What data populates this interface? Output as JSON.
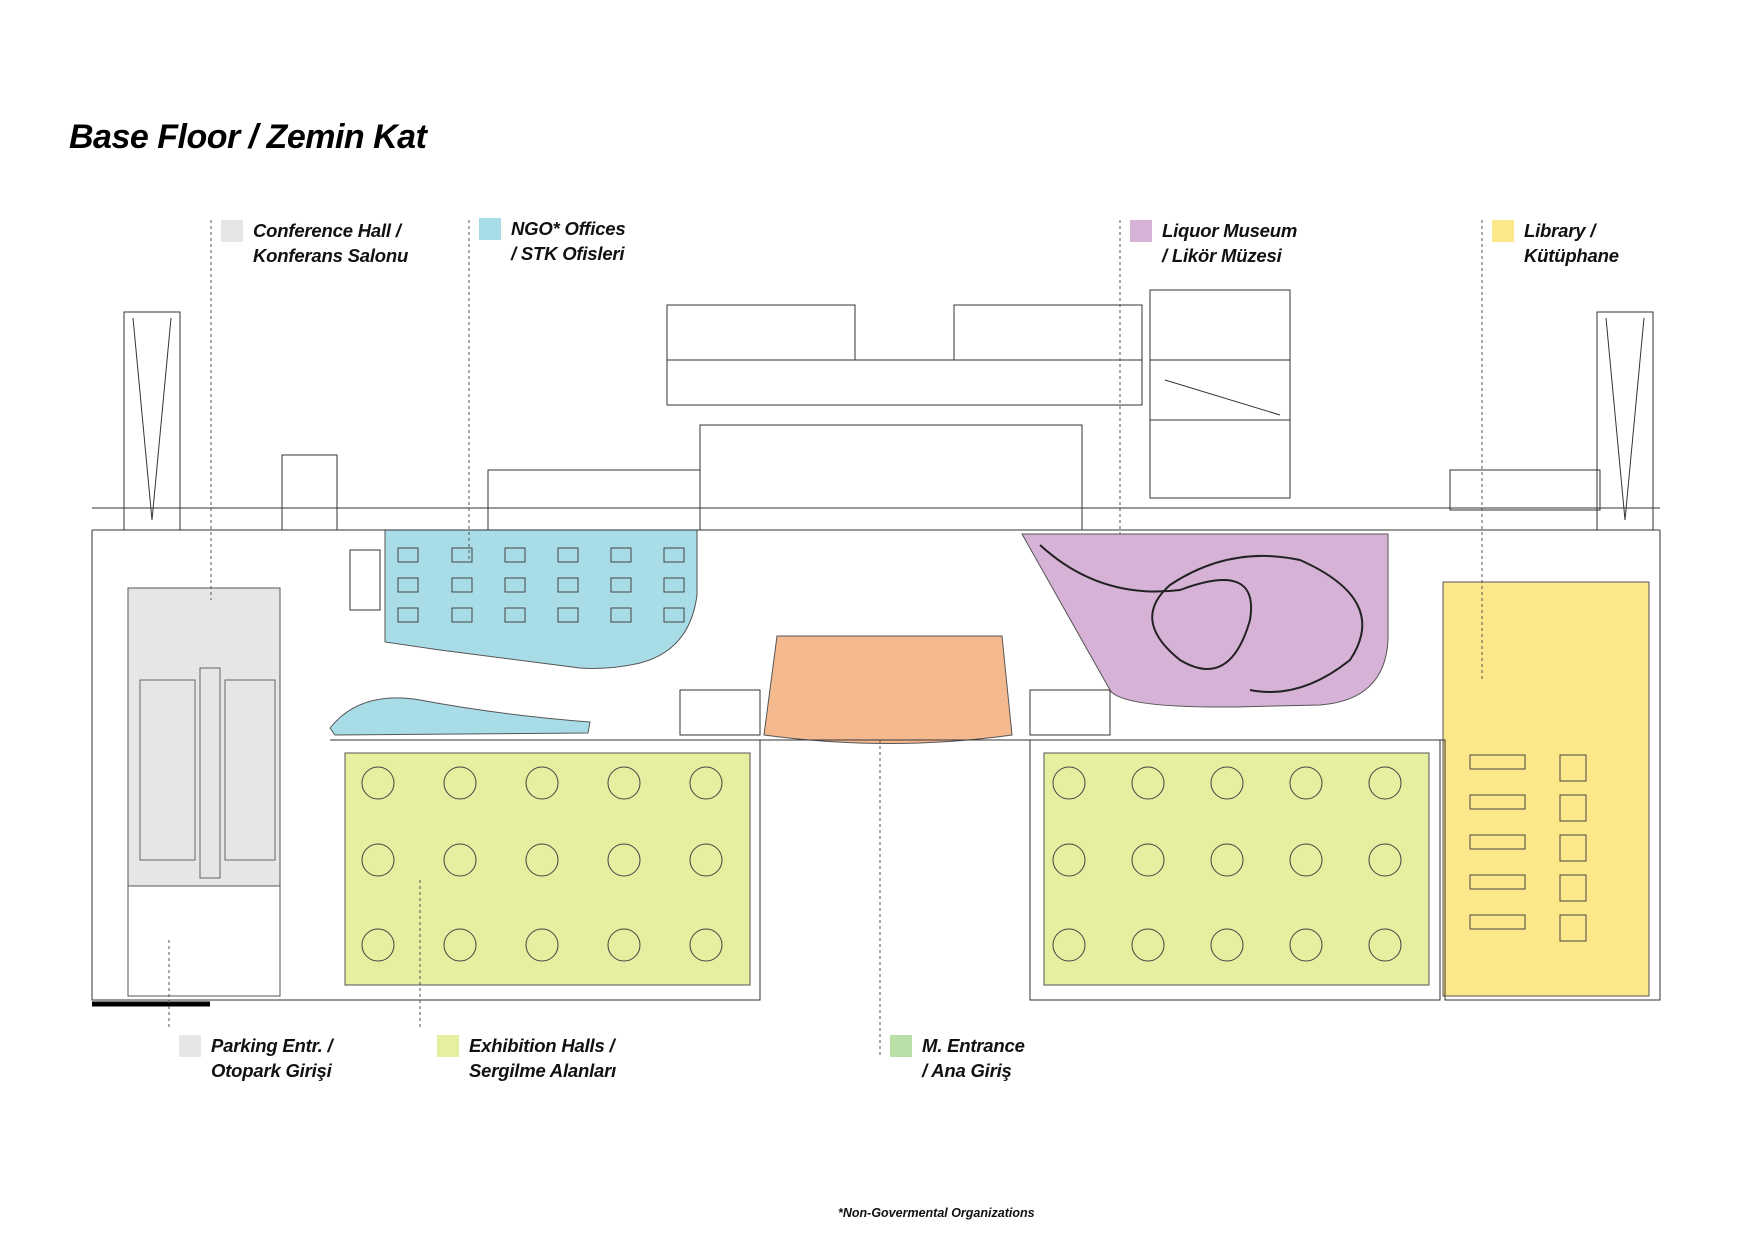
{
  "title": "Base Floor / Zemin Kat",
  "footnote": "*Non-Govermental Organizations",
  "legend": {
    "conference": {
      "line1": "Conference Hall /",
      "line2": "Konferans Salonu",
      "color": "#e6e6e6"
    },
    "ngo": {
      "line1": "NGO* Offices",
      "line2": "/ STK Ofisleri",
      "color": "#a8dde8"
    },
    "liquor": {
      "line1": "Liquor Museum",
      "line2": "/ Likör Müzesi",
      "color": "#d7b2d7"
    },
    "library": {
      "line1": "Library /",
      "line2": "Kütüphane",
      "color": "#fce88a"
    },
    "parking": {
      "line1": "Parking Entr. /",
      "line2": "Otopark Girişi",
      "color": "#e6e6e6"
    },
    "exhibition": {
      "line1": "Exhibition Halls /",
      "line2": "Sergilme Alanları",
      "color": "#e6eea0"
    },
    "entrance": {
      "line1": "M. Entrance",
      "line2": "/ Ana Giriş",
      "color": "#b9e0a6"
    }
  },
  "zone_colors": {
    "conference": "#e6e6e6",
    "ngo": "#a8dde8",
    "liquor": "#d7b2d7",
    "library": "#fce88a",
    "exhibition": "#e6eea0",
    "entrance": "#f5b990",
    "pool": "#a8dde8"
  }
}
